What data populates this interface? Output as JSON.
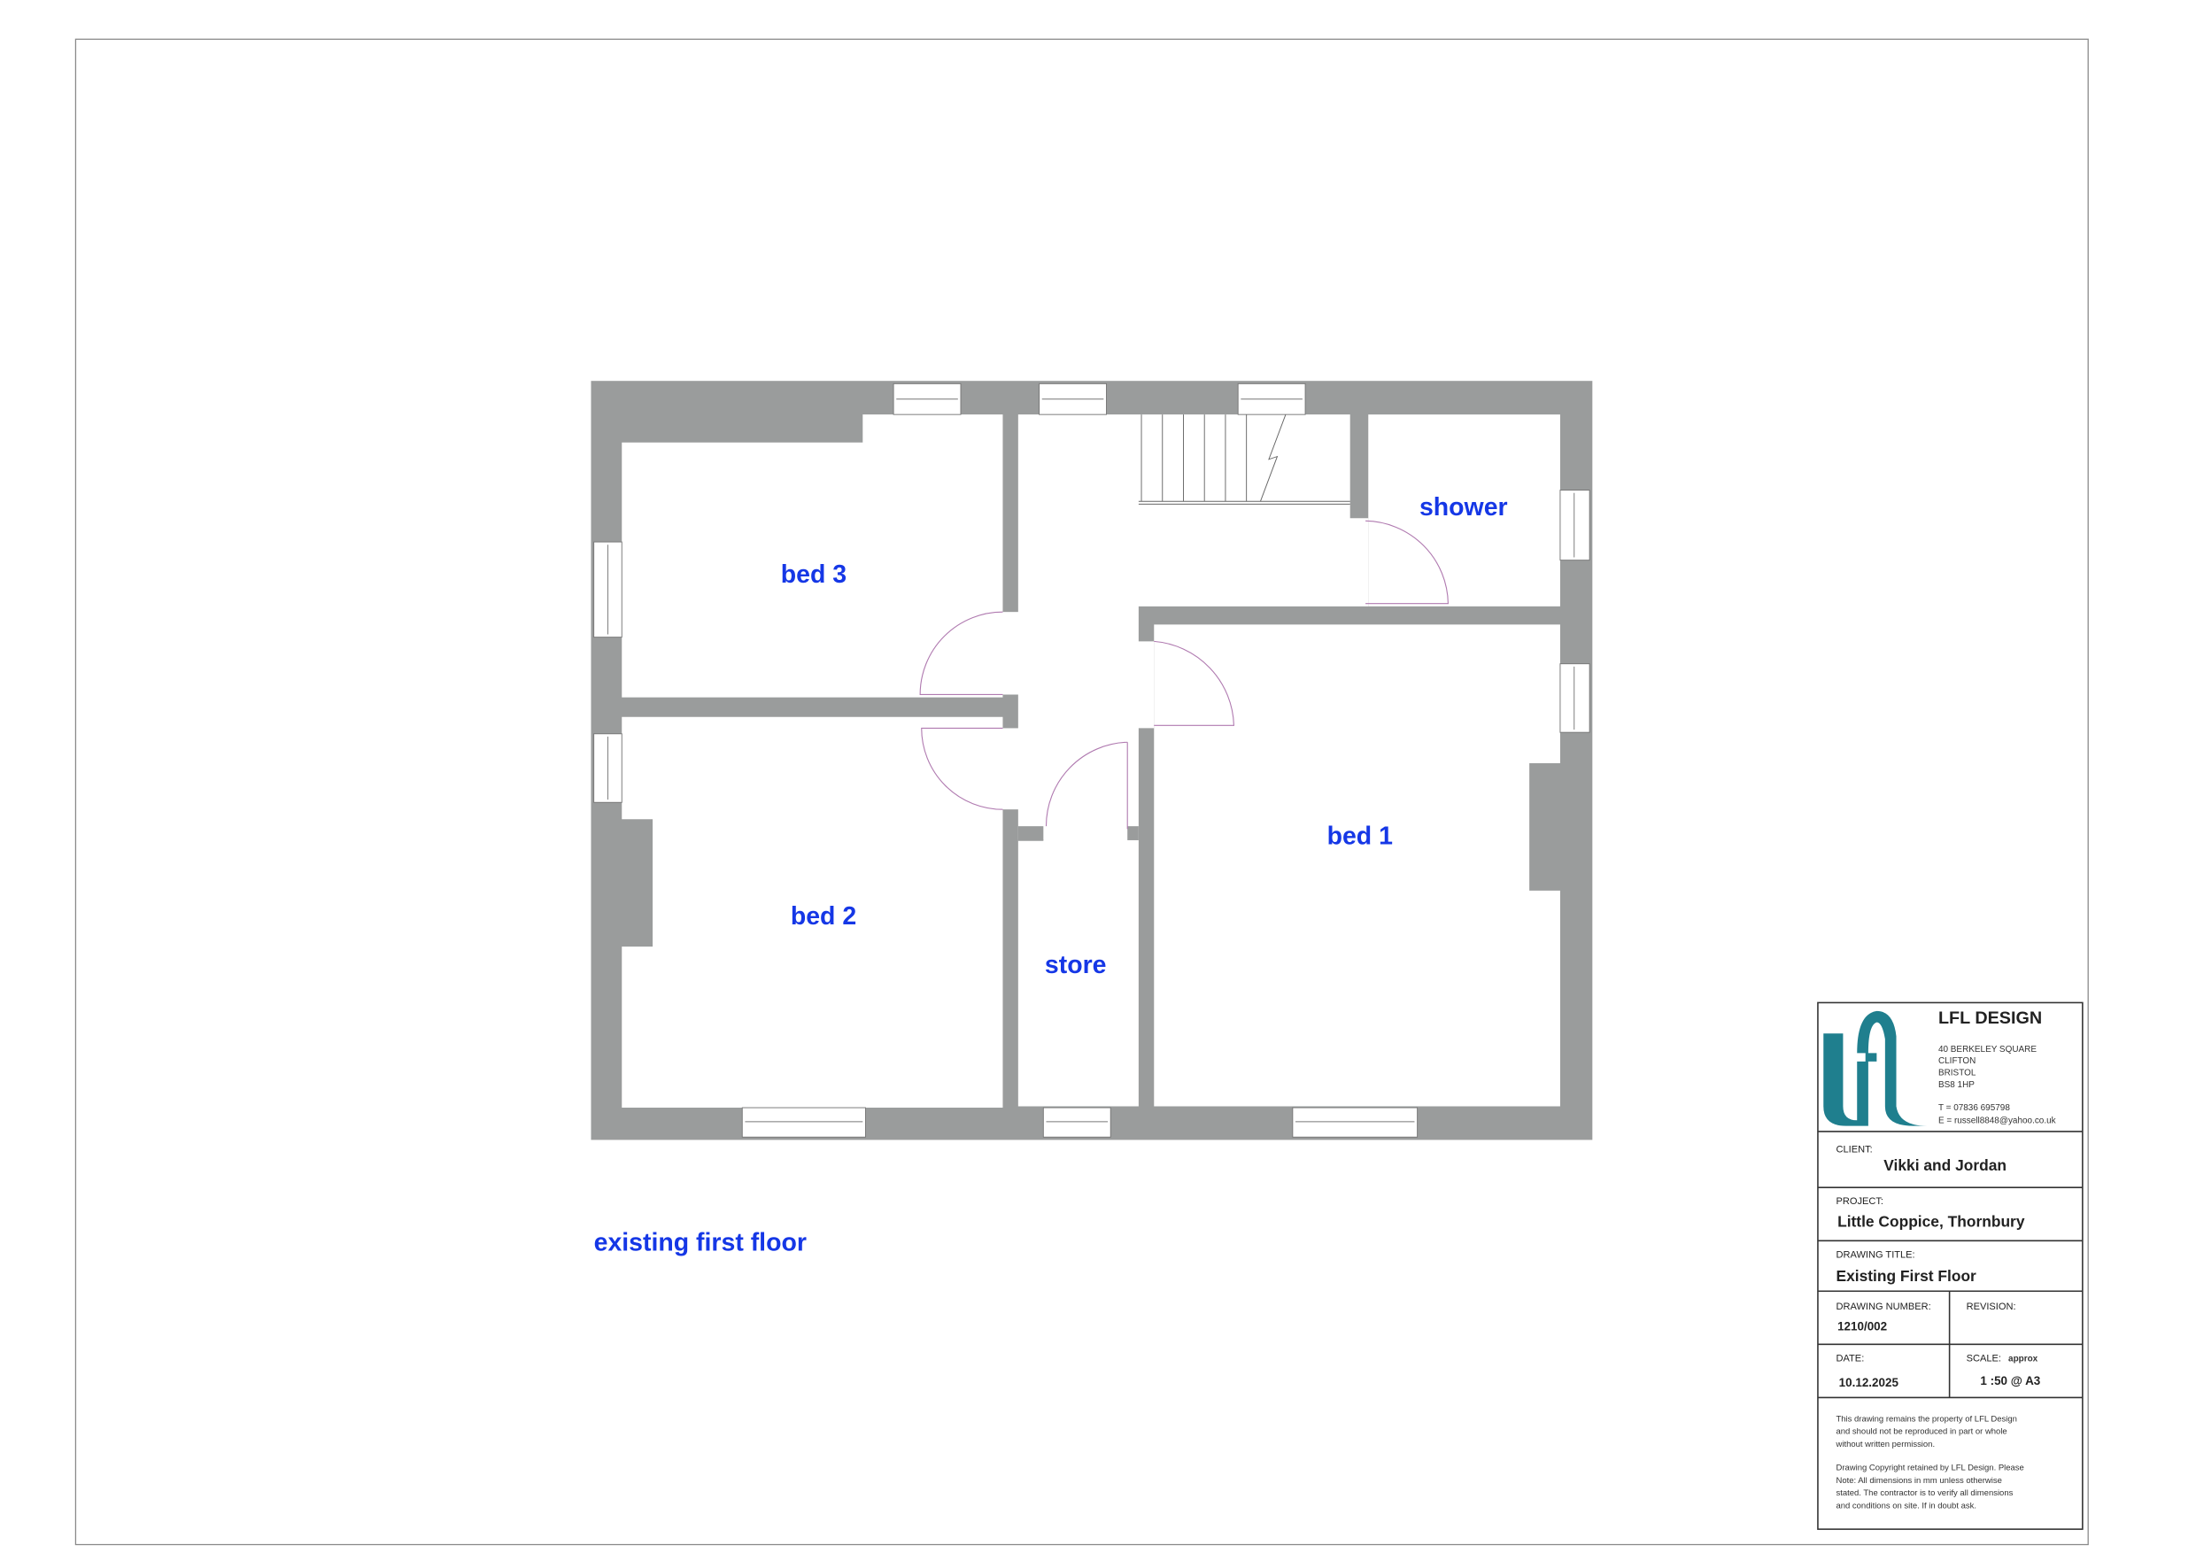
{
  "plan": {
    "title": "existing first floor",
    "rooms": {
      "bed3": "bed 3",
      "bed2": "bed 2",
      "bed1": "bed 1",
      "store": "store",
      "shower": "shower"
    }
  },
  "title_block": {
    "company": "LFL DESIGN",
    "logo_text": "ufl",
    "address": [
      "40 BERKELEY SQUARE",
      "CLIFTON",
      "BRISTOL",
      "BS8 1HP"
    ],
    "phone": "T = 07836 695798",
    "email": "E = russell8848@yahoo.co.uk",
    "client_label": "CLIENT:",
    "client": "Vikki and Jordan",
    "project_label": "PROJECT:",
    "project": "Little Coppice, Thornbury",
    "drawing_title_label": "DRAWING TITLE:",
    "drawing_title": "Existing First Floor",
    "drawing_number_label": "DRAWING NUMBER:",
    "drawing_number": "1210/002",
    "revision_label": "REVISION:",
    "date_label": "DATE:",
    "date": "10.12.2025",
    "scale_label": "SCALE:",
    "scale_note": "approx",
    "scale": "1 :50 @ A3",
    "notes1": [
      "This drawing remains the property of LFL Design",
      "and should not be reproduced in part or whole",
      "without written permission."
    ],
    "notes2": [
      "Drawing Copyright retained by LFL Design. Please",
      "Note: All dimensions in mm unless otherwise",
      "stated. The contractor is to verify all dimensions",
      "and conditions on site. If in doubt ask."
    ]
  },
  "colors": {
    "label": "#1537e6",
    "wall": "#9a9c9c",
    "logo": "#1f7f8e"
  }
}
